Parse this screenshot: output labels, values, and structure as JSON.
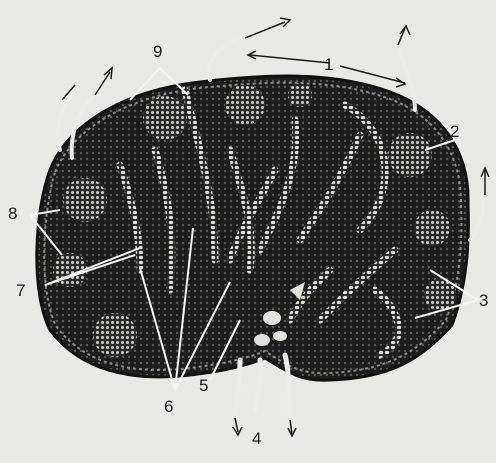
{
  "figure": {
    "labels": {
      "l1": "1",
      "l2": "2",
      "l3": "3",
      "l4": "4",
      "l5": "5",
      "l6": "6",
      "l7": "7",
      "l8": "8",
      "l9": "9"
    },
    "colors": {
      "background": "#e9e9e6",
      "tissue": "#1c1c1c",
      "cells": "#d9d9d4",
      "lines": "#f2f2ee",
      "ink": "#1a1a1a"
    }
  }
}
